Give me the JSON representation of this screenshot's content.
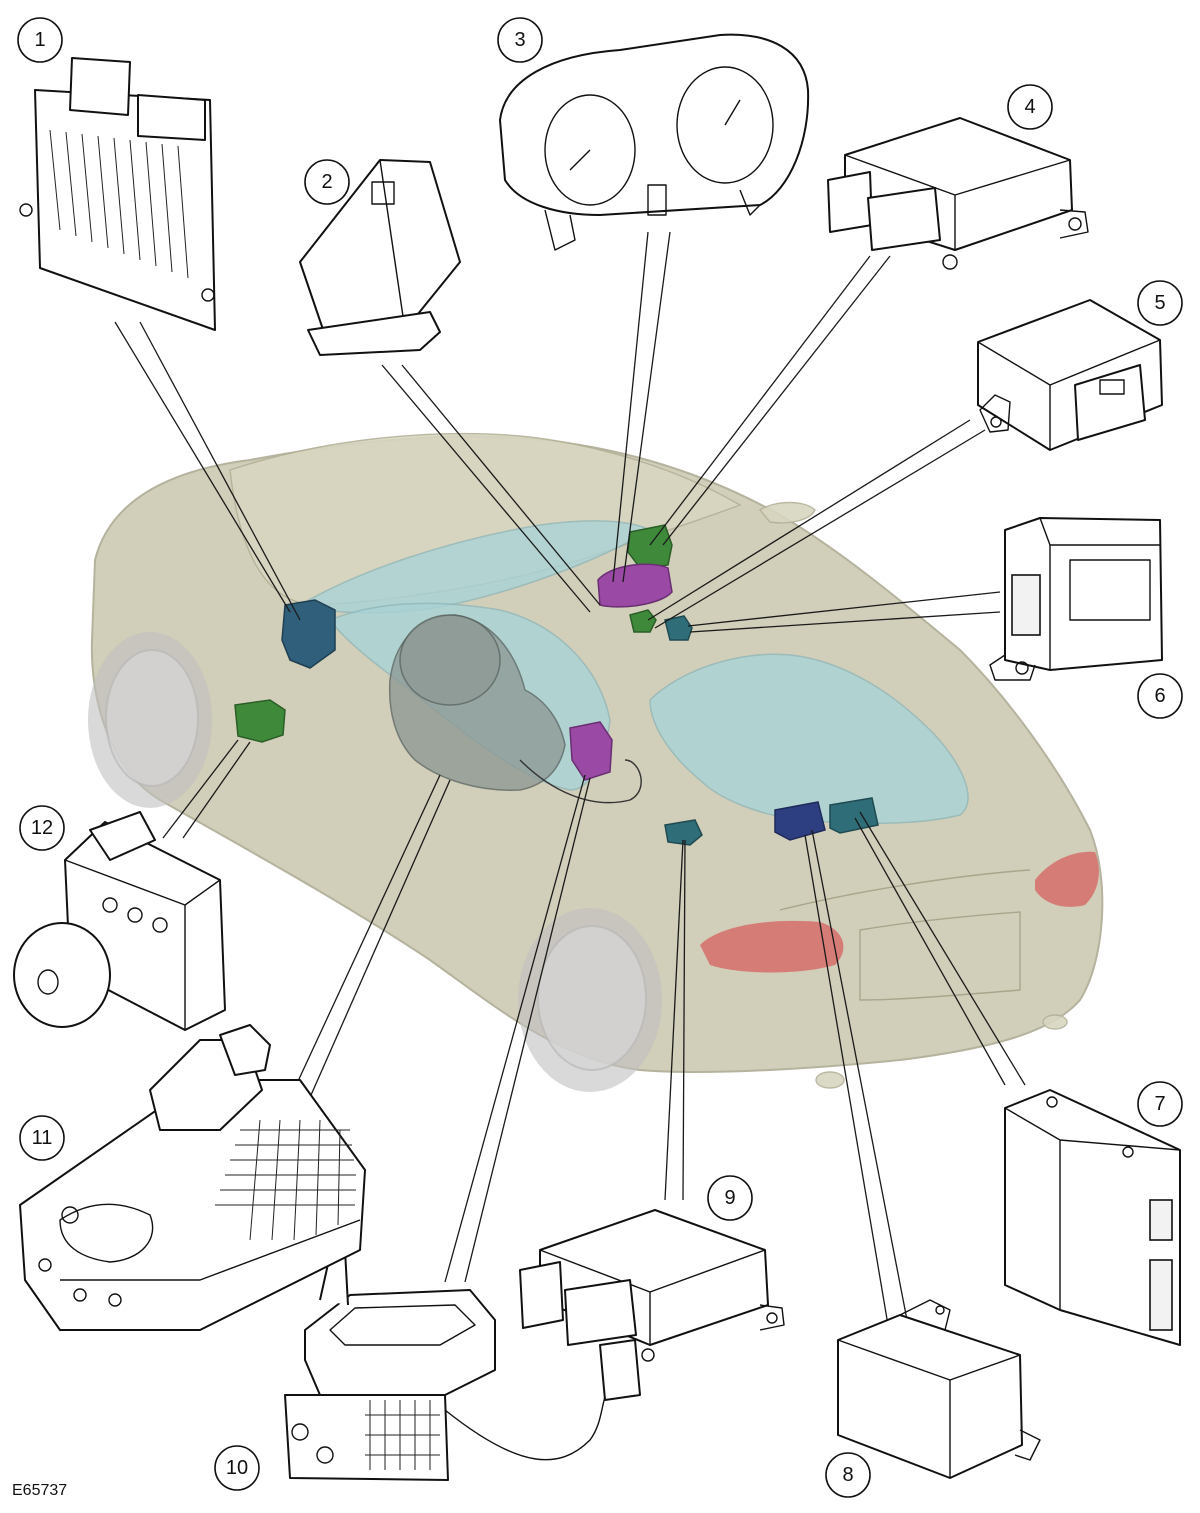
{
  "figure": {
    "reference_code": "E65737",
    "callouts": [
      {
        "id": 1,
        "label": "1"
      },
      {
        "id": 2,
        "label": "2"
      },
      {
        "id": 3,
        "label": "3"
      },
      {
        "id": 4,
        "label": "4"
      },
      {
        "id": 5,
        "label": "5"
      },
      {
        "id": 6,
        "label": "6"
      },
      {
        "id": 7,
        "label": "7"
      },
      {
        "id": 8,
        "label": "8"
      },
      {
        "id": 9,
        "label": "9"
      },
      {
        "id": 10,
        "label": "10"
      },
      {
        "id": 11,
        "label": "11"
      },
      {
        "id": 12,
        "label": "12"
      }
    ],
    "colors": {
      "highlight_blue": "#2f5f7a",
      "highlight_green": "#3f8a3a",
      "highlight_purple": "#9a4aa5",
      "highlight_teal": "#2f6e78",
      "highlight_navy": "#2d3f80",
      "car_body": "#c9c6ad",
      "glass": "#a9d3d6"
    }
  }
}
